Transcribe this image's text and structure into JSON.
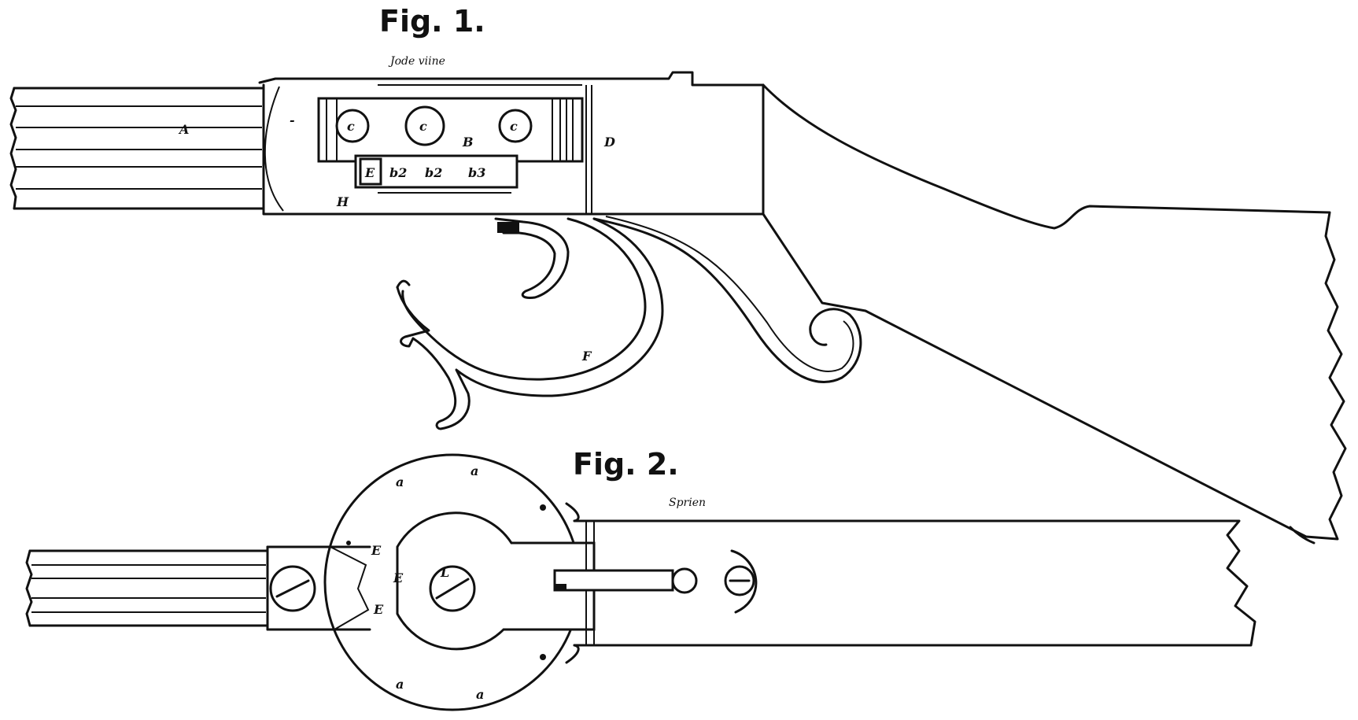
{
  "figure1": {
    "title": "Fig. 1.",
    "inscription": "Jode viine",
    "letters": {
      "barrel": "A",
      "frame": "H",
      "cylinder_c1": "c",
      "cylinder_c2": "c",
      "cylinder_c3": "c",
      "cylinder": "B",
      "stock": "D",
      "trigger_guard": "F",
      "lever": "E"
    },
    "chamber_marks": [
      "b2",
      "b2",
      "b3"
    ]
  },
  "figure2": {
    "title": "Fig. 2.",
    "inscription": "Sprien",
    "letters": {
      "center_screw": "L",
      "plate": "E",
      "e_upper": "E",
      "e_lower": "E",
      "rim_top_left": "a",
      "rim_top_right": "a",
      "rim_bottom_left": "a",
      "rim_bottom_right": "a"
    }
  }
}
